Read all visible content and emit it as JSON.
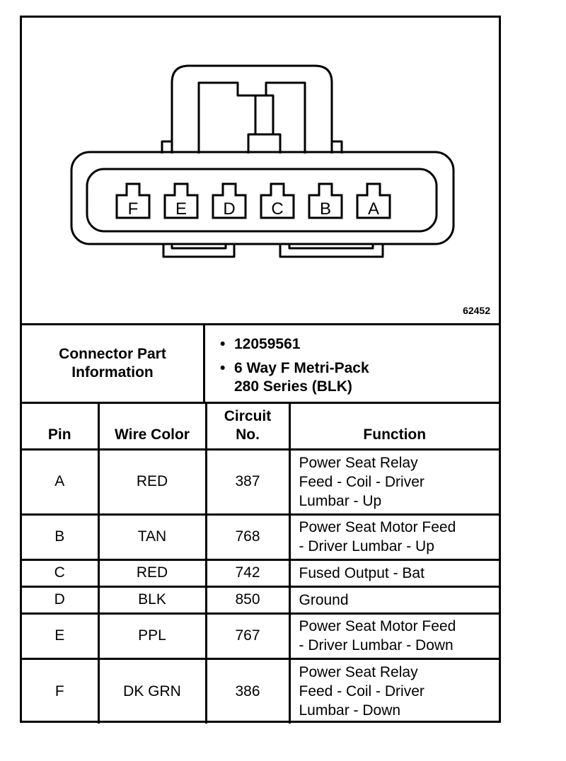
{
  "figure_number": "62452",
  "connector": {
    "pin_labels": [
      "F",
      "E",
      "D",
      "C",
      "B",
      "A"
    ]
  },
  "part_info": {
    "label_line1": "Connector Part",
    "label_line2": "Information",
    "part_number": "12059561",
    "desc_line1": "6 Way F Metri-Pack",
    "desc_line2": "280 Series (BLK)"
  },
  "table": {
    "headers": {
      "pin": "Pin",
      "wire_color": "Wire Color",
      "circuit_line1": "Circuit",
      "circuit_line2": "No.",
      "function": "Function"
    },
    "rows": [
      {
        "pin": "A",
        "wire_color": "RED",
        "circuit": "387",
        "function": [
          "Power Seat Relay",
          "Feed - Coil - Driver",
          "Lumbar - Up"
        ]
      },
      {
        "pin": "B",
        "wire_color": "TAN",
        "circuit": "768",
        "function": [
          "Power Seat Motor Feed",
          "- Driver Lumbar - Up"
        ]
      },
      {
        "pin": "C",
        "wire_color": "RED",
        "circuit": "742",
        "function": [
          "Fused Output - Bat"
        ]
      },
      {
        "pin": "D",
        "wire_color": "BLK",
        "circuit": "850",
        "function": [
          "Ground"
        ]
      },
      {
        "pin": "E",
        "wire_color": "PPL",
        "circuit": "767",
        "function": [
          "Power Seat Motor Feed",
          "- Driver Lumbar - Down"
        ]
      },
      {
        "pin": "F",
        "wire_color": "DK GRN",
        "circuit": "386",
        "function": [
          "Power Seat Relay",
          "Feed - Coil - Driver",
          "Lumbar - Down"
        ]
      }
    ]
  }
}
